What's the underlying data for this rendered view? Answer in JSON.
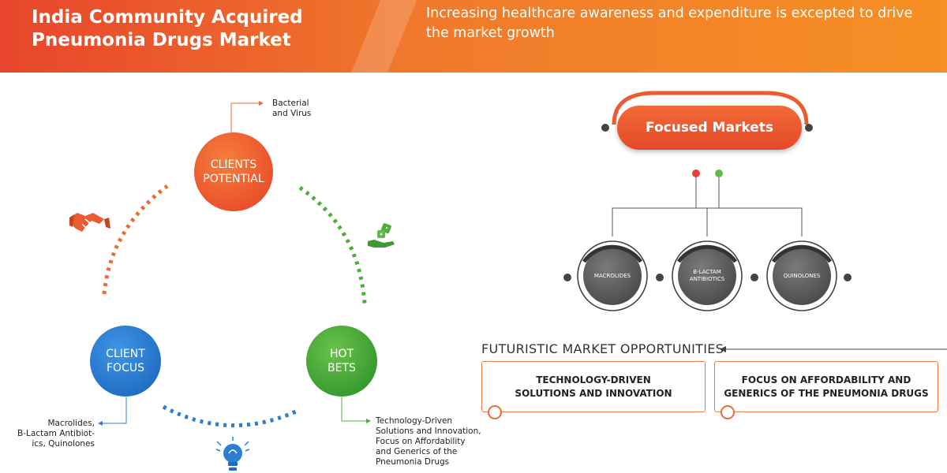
{
  "header": {
    "title": "India Community Acquired Pneumonia Drugs Market",
    "subtitle": "Increasing healthcare awareness and expenditure is excepted to drive the market growth"
  },
  "cycle": {
    "clients_potential": {
      "line1": "CLIENTS",
      "line2": "POTENTIAL",
      "note_line1": "Bacterial",
      "note_line2": "and Virus",
      "color": "#f05a2a"
    },
    "client_focus": {
      "line1": "CLIENT",
      "line2": "FOCUS",
      "note_line1": "Macrolides,",
      "note_line2": "B-Lactam Antibiot-",
      "note_line3": "ics, Quinolones",
      "color": "#2a7fd4"
    },
    "hot_bets": {
      "line1": "HOT",
      "line2": "BETS",
      "note_line1": "Technology-Driven",
      "note_line2": "Solutions and Innovation,",
      "note_line3": "Focus on Affordability",
      "note_line4": "and Generics of the",
      "note_line5": "Pneumonia Drugs",
      "color": "#4caf3a"
    }
  },
  "focused_markets": {
    "title": "Focused Markets",
    "segments": [
      {
        "line1": "MACROLIDES",
        "line2": ""
      },
      {
        "line1": "B-LACTAM",
        "line2": "ANTIBIOTICS"
      },
      {
        "line1": "QUINOLONES",
        "line2": ""
      }
    ]
  },
  "opportunities": {
    "title": "FUTURISTIC MARKET OPPORTUNITIES",
    "items": [
      {
        "line1": "TECHNOLOGY-DRIVEN",
        "line2": "SOLUTIONS AND INNOVATION"
      },
      {
        "line1": "FOCUS ON AFFORDABILITY AND",
        "line2": "GENERICS OF THE PNEUMONIA DRUGS"
      }
    ]
  },
  "icons": [
    "handshake-icon",
    "hand-dice-icon",
    "lightbulb-icon"
  ],
  "colors": {
    "accent_orange": "#f05a2a",
    "blue": "#2a7fd4",
    "green": "#4caf3a",
    "dark_grey": "#5a5a5a"
  }
}
